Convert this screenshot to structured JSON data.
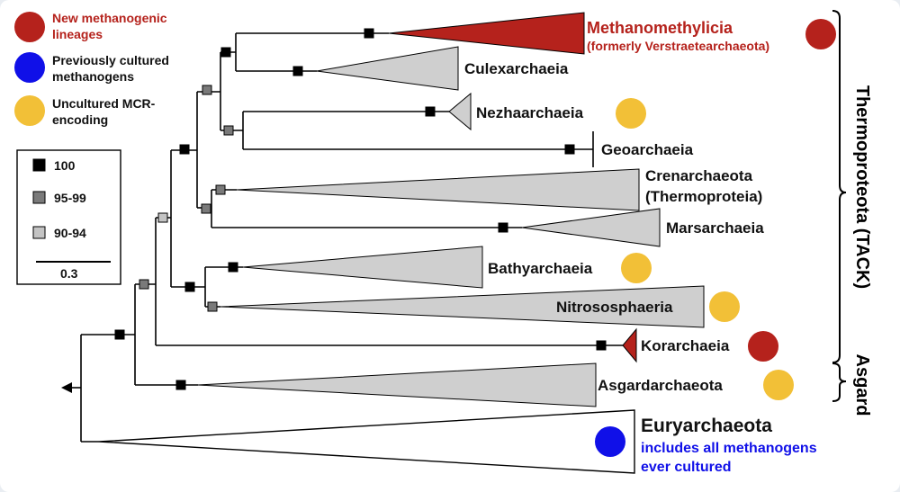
{
  "legend": {
    "categories": [
      {
        "label_line1": "New methanogenic",
        "label_line2": "lineages",
        "color": "#b5221c"
      },
      {
        "label_line1": "Previously cultured",
        "label_line2": "methanogens",
        "color": "#1010e8"
      },
      {
        "label_line1": "Uncultured MCR-",
        "label_line2": "encoding",
        "color": "#f2c037"
      }
    ],
    "support": [
      {
        "label": "100",
        "color": "#000000"
      },
      {
        "label": "95-99",
        "color": "#7a7a7a"
      },
      {
        "label": "90-94",
        "color": "#c4c4c4"
      }
    ],
    "scale_label": "0.3"
  },
  "clades": {
    "methanomethylicia": {
      "name": "Methanomethylicia",
      "note": "(formerly Verstraetearchaeota)"
    },
    "culexarchaeia": {
      "name": "Culexarchaeia"
    },
    "nezhaarchaeia": {
      "name": "Nezhaarchaeia"
    },
    "geoarchaeia": {
      "name": "Geoarchaeia"
    },
    "crenarchaeota": {
      "name": "Crenarchaeota",
      "note": "(Thermoproteia)"
    },
    "marsarchaeia": {
      "name": "Marsarchaeia"
    },
    "bathyarchaeia": {
      "name": "Bathyarchaeia"
    },
    "nitrososphaeria": {
      "name": "Nitrososphaeria"
    },
    "korarchaeia": {
      "name": "Korarchaeia"
    },
    "asgardarchaeota": {
      "name": "Asgardarchaeota"
    },
    "euryarchaeota": {
      "name": "Euryarchaeota",
      "note_line1": "includes all methanogens",
      "note_line2": "ever cultured"
    }
  },
  "groups": {
    "tack": "Thermoproteota (TACK)",
    "asgard": "Asgard"
  },
  "colors": {
    "red": "#b5221c",
    "blue": "#1010e8",
    "yellow": "#f2c037",
    "gray_fill": "#cfcfcf"
  }
}
